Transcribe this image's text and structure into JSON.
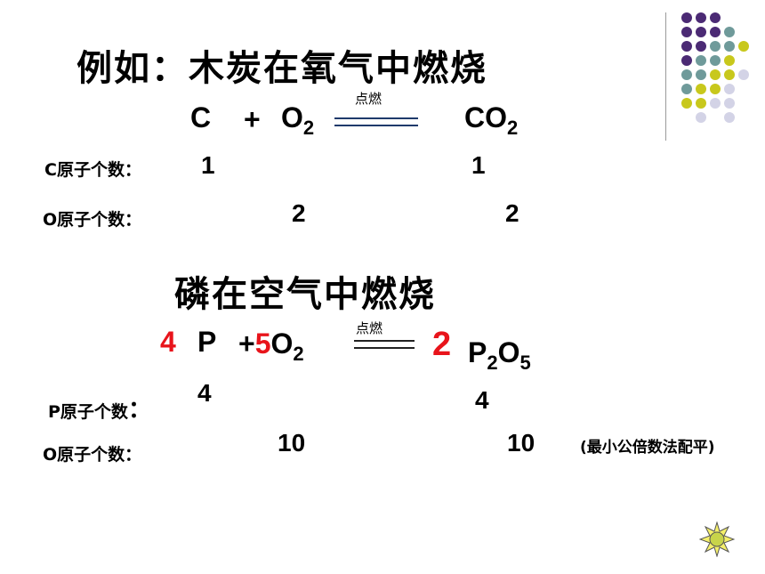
{
  "title1": "例如：木炭在氧气中燃烧",
  "eq1": {
    "reactant1": "C",
    "plus": "+",
    "reactant2": "O",
    "reactant2_sub": "2",
    "condition": "点燃",
    "product": "CO",
    "product_sub": "2"
  },
  "table1": {
    "c_label": "C原子个数：",
    "c_left": "1",
    "c_right": "1",
    "o_label": "O原子个数：",
    "o_left": "2",
    "o_right": "2"
  },
  "title2": "磷在空气中燃烧",
  "eq2": {
    "coef1": "4",
    "reactant1": "P",
    "plus": "+",
    "coef2": "5",
    "reactant2": "O",
    "reactant2_sub": "2",
    "condition": "点燃",
    "coef3": "2",
    "product_p": "P",
    "product_p_sub": "2",
    "product_o": "O",
    "product_o_sub": "5"
  },
  "table2": {
    "p_label": "P原子个数",
    "p_colon": "：",
    "p_left": "4",
    "p_right": "4",
    "o_label": "O原子个数：",
    "o_left": "10",
    "o_right": "10",
    "note": "(最小公倍数法配平)"
  },
  "colors": {
    "red": "#e8141b",
    "purple": "#4b2a74",
    "teal": "#6f9a9a",
    "yellow": "#c8c81c",
    "lavender": "#d3d3e6",
    "rule": "#1f3a6b"
  },
  "icons": {
    "corner": "sun-icon"
  }
}
